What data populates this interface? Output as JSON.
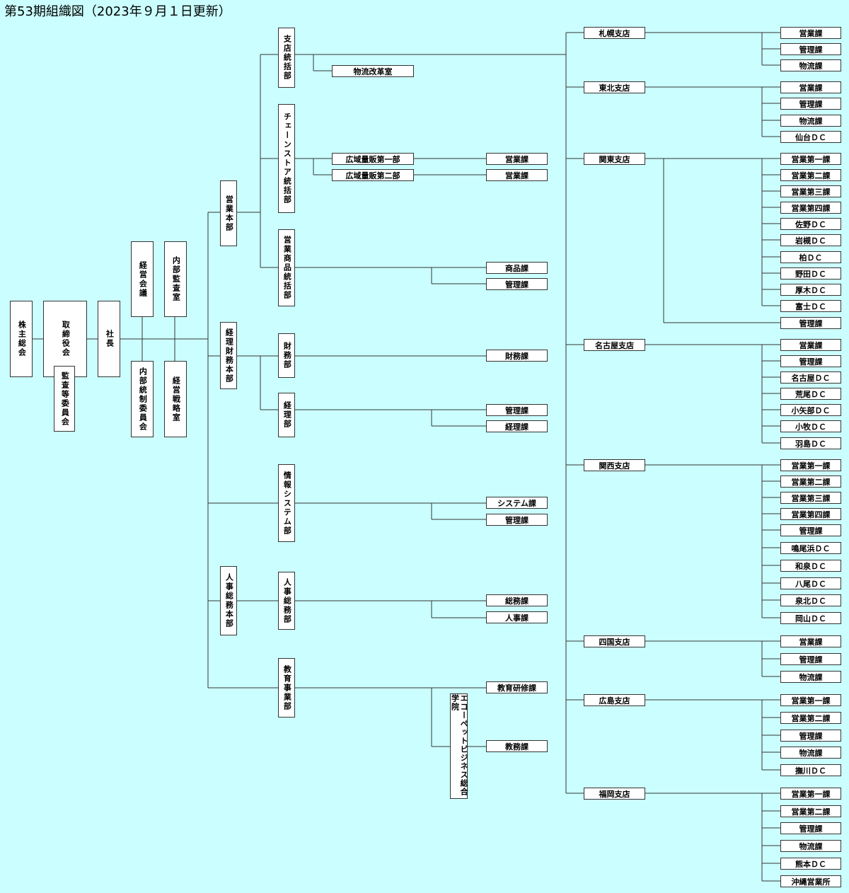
{
  "title": "第53期組織図（2023年９月１日更新）",
  "top": {
    "shareholders": "株主総会",
    "board": "取締役会",
    "audit_committee": "監査等委員会",
    "president": "社長",
    "management_meeting": "経営会議",
    "internal_audit": "内部監査室",
    "internal_control": "内部統制委員会",
    "strategy_office": "経営戦略室"
  },
  "hq": {
    "sales_hq": "営業本部",
    "finance_hq": "経理財務本部",
    "info_system": "情報システム部",
    "hr_hq": "人事総務本部",
    "education": "教育事業部"
  },
  "depts": {
    "branch_control": "支店統括部",
    "logistics_reform": "物流改革室",
    "chain_store": "チェーンストア統括部",
    "wide_area_1": "広域量販第一部",
    "wide_area_2": "広域量販第二部",
    "wide_area_1_sales": "営業課",
    "wide_area_2_sales": "営業課",
    "product": "営業商品統括部",
    "product_sec": "商品課",
    "product_mgmt": "管理課",
    "finance": "財務部",
    "finance_sec": "財務課",
    "accounting": "経理部",
    "accounting_mgmt": "管理課",
    "accounting_sec": "経理課",
    "system_sec": "システム課",
    "system_mgmt": "管理課",
    "hr_general": "人事総務部",
    "general_affairs": "総務課",
    "hr_sec": "人事課",
    "edu_training": "教育研修課",
    "school": "エコーペットビジネス総合学院",
    "academic": "教務課"
  },
  "branches": [
    {
      "name": "札幌支店",
      "units": [
        "営業課",
        "管理課",
        "物流課"
      ]
    },
    {
      "name": "東北支店",
      "units": [
        "営業課",
        "管理課",
        "物流課",
        "仙台ＤＣ"
      ]
    },
    {
      "name": "関東支店",
      "units": [
        "営業第一課",
        "営業第二課",
        "営業第三課",
        "営業第四課",
        "佐野ＤＣ",
        "岩槻ＤＣ",
        "柏ＤＣ",
        "野田ＤＣ",
        "厚木ＤＣ",
        "富士ＤＣ"
      ],
      "mgmt": "管理課"
    },
    {
      "name": "名古屋支店",
      "units": [
        "営業課",
        "管理課",
        "名古屋ＤＣ",
        "荒尾ＤＣ",
        "小矢部ＤＣ",
        "小牧ＤＣ",
        "羽島ＤＣ"
      ]
    },
    {
      "name": "関西支店",
      "units": [
        "営業第一課",
        "営業第二課",
        "営業第三課",
        "営業第四課",
        "管理課",
        "鳴尾浜ＤＣ",
        "和泉ＤＣ",
        "八尾ＤＣ",
        "泉北ＤＣ",
        "岡山ＤＣ"
      ]
    },
    {
      "name": "四国支店",
      "units": [
        "営業課",
        "管理課",
        "物流課"
      ]
    },
    {
      "name": "広島支店",
      "units": [
        "営業第一課",
        "営業第二課",
        "管理課",
        "物流課",
        "撫川ＤＣ"
      ]
    },
    {
      "name": "福岡支店",
      "units": [
        "営業第一課",
        "営業第二課",
        "管理課",
        "物流課",
        "熊本ＤＣ",
        "沖縄営業所"
      ]
    }
  ]
}
